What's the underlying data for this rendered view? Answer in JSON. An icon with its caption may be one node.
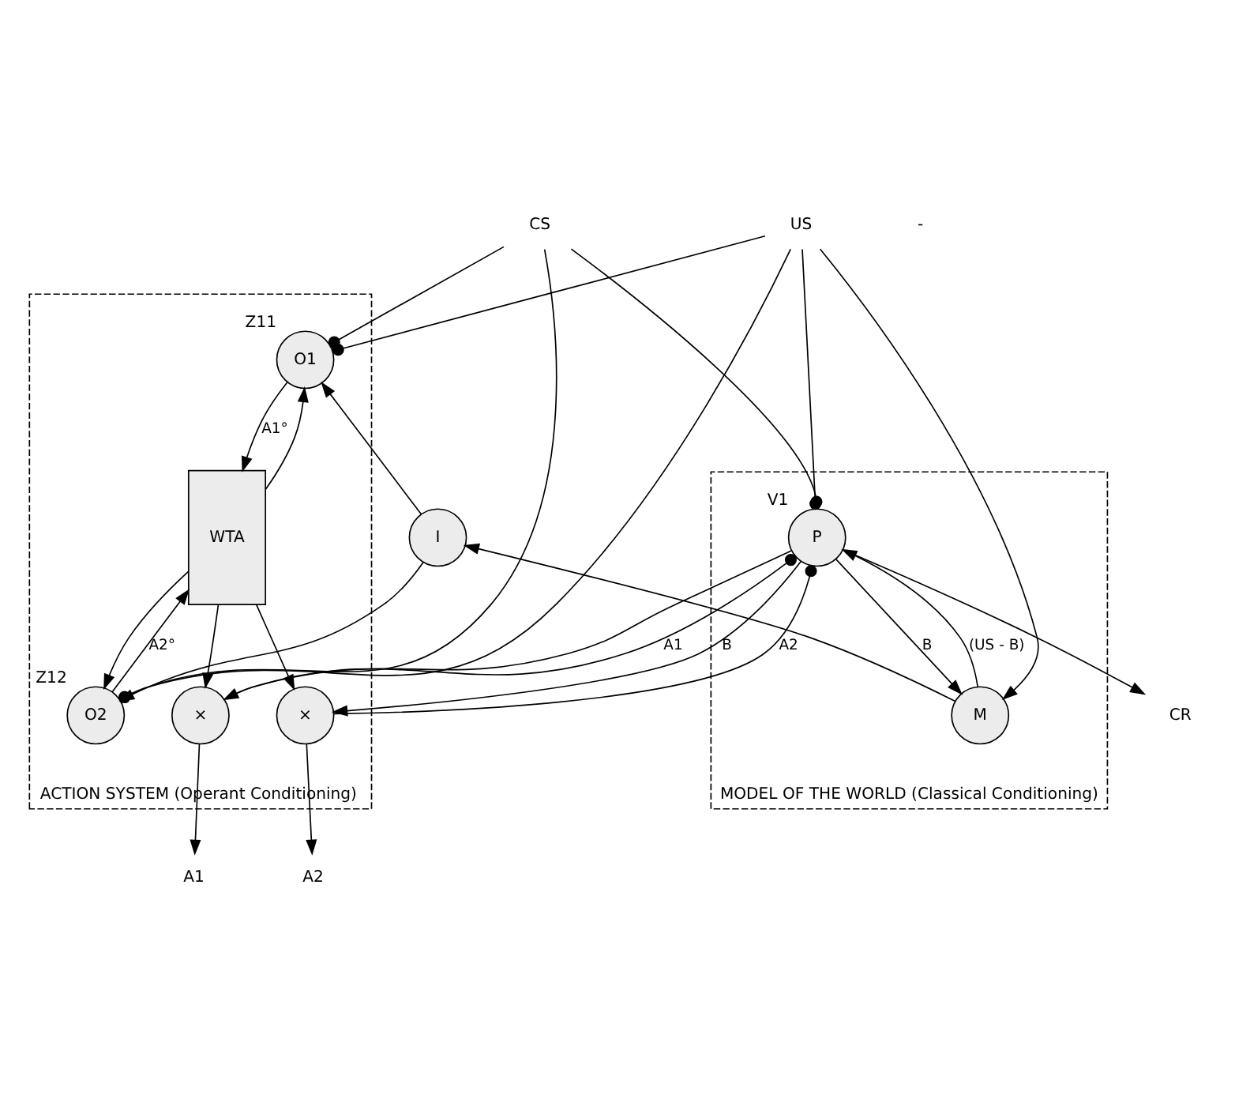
{
  "diagram": {
    "nodes": [
      {
        "text": [
          "ACTION SYSTEM (Operant Conditioning)"
        ]
      },
      {
        "text": [
          "O1"
        ],
        "in": 0,
        "beside": [
          "Z11"
        ]
      },
      {
        "text": [
          "WTA"
        ],
        "in": 0
      },
      {
        "text": [
          "×"
        ],
        "in": 0
      },
      {
        "text": [
          "O2"
        ],
        "in": 0,
        "beside": [
          "Z12"
        ]
      },
      {
        "text": [
          "×"
        ],
        "in": 0
      },
      {
        "text": [
          "I"
        ]
      },
      {
        "text": [
          "MODEL OF THE WORLD (Classical Conditioning)"
        ]
      },
      {
        "text": [
          "P"
        ],
        "in": 7,
        "beside": [
          "V1"
        ]
      },
      {
        "text": [
          "M"
        ],
        "in": 7
      },
      {
        "text": [
          "CS"
        ]
      },
      {
        "text": [
          "US"
        ]
      },
      {
        "text": [
          "A1"
        ]
      },
      {
        "text": [
          "A2"
        ]
      },
      {
        "text": [
          "CR"
        ]
      }
    ],
    "edges": [
      {
        "from": 1,
        "to": 2,
        "arrow": "to",
        "label": "A1°"
      },
      {
        "from": 2,
        "to": 1,
        "arrow": "to"
      },
      {
        "from": 4,
        "to": 2,
        "arrow": "to",
        "label": "A2°"
      },
      {
        "from": 2,
        "to": 4,
        "arrow": "to"
      },
      {
        "from": 2,
        "to": 3,
        "arrow": "to"
      },
      {
        "from": 2,
        "to": 5,
        "arrow": "to"
      },
      {
        "from": 3,
        "to": 12,
        "arrow": "to"
      },
      {
        "from": 5,
        "to": 13,
        "arrow": "to"
      },
      {
        "from": 10,
        "to": 1,
        "arrow": "other"
      },
      {
        "from": 10,
        "to": 4,
        "arrow": "other"
      },
      {
        "from": 10,
        "to": 8,
        "arrow": "other"
      },
      {
        "from": 11,
        "to": 1,
        "arrow": "other"
      },
      {
        "from": 11,
        "to": 4,
        "arrow": "other"
      },
      {
        "from": 11,
        "to": 8,
        "arrow": "other"
      },
      {
        "from": 11,
        "to": 9,
        "arrow": "to"
      },
      {
        "from": 6,
        "to": 1,
        "arrow": "to"
      },
      {
        "from": 6,
        "to": 4,
        "arrow": "to"
      },
      {
        "from": 9,
        "to": 8,
        "arrow": "to",
        "label": "(US - B)"
      },
      {
        "from": 9,
        "to": 6,
        "arrow": "to"
      },
      {
        "from": 8,
        "to": 14,
        "arrow": "to"
      },
      {
        "from": 3,
        "to": 8,
        "arrow": "other",
        "label": "A1"
      },
      {
        "from": 5,
        "to": 8,
        "arrow": "other",
        "label": "A2"
      },
      {
        "from": 8,
        "to": 3,
        "arrow": "to"
      },
      {
        "from": 8,
        "to": 5,
        "arrow": "to",
        "label": "B"
      },
      {
        "from": 8,
        "to": 9,
        "arrow": "to",
        "label": "B"
      }
    ],
    "labels": [
      "-"
    ]
  }
}
